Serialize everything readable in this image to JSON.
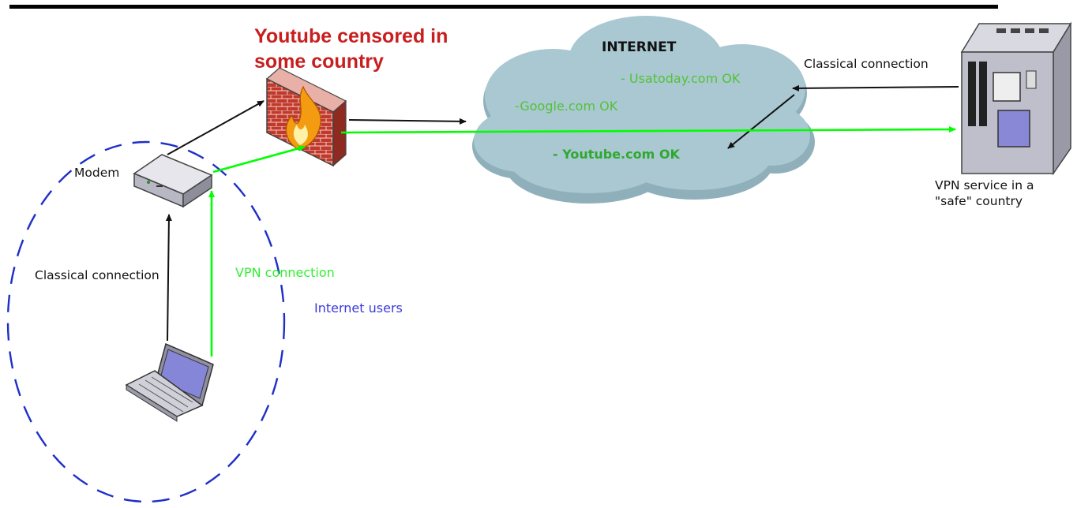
{
  "title_line1": "Youtube censored in",
  "title_line2": "some country",
  "internet_title": "INTERNET",
  "usatoday": "- Usatoday.com OK",
  "google": "-Google.com OK",
  "youtube": "- Youtube.com OK",
  "classical_top": "Classical connection",
  "vpn_service_line1": "VPN service in a",
  "vpn_service_line2": "\"safe\" country",
  "modem": "Modem",
  "classical_left": "Classical connection",
  "vpn_connection": "VPN connection",
  "internet_users": "Internet users",
  "colors": {
    "green": "#00ff00",
    "black": "#111111",
    "dashed_blue": "#1e2fc8",
    "title_red": "#c81e1e",
    "cloud_fill": "#a9c8d2"
  }
}
